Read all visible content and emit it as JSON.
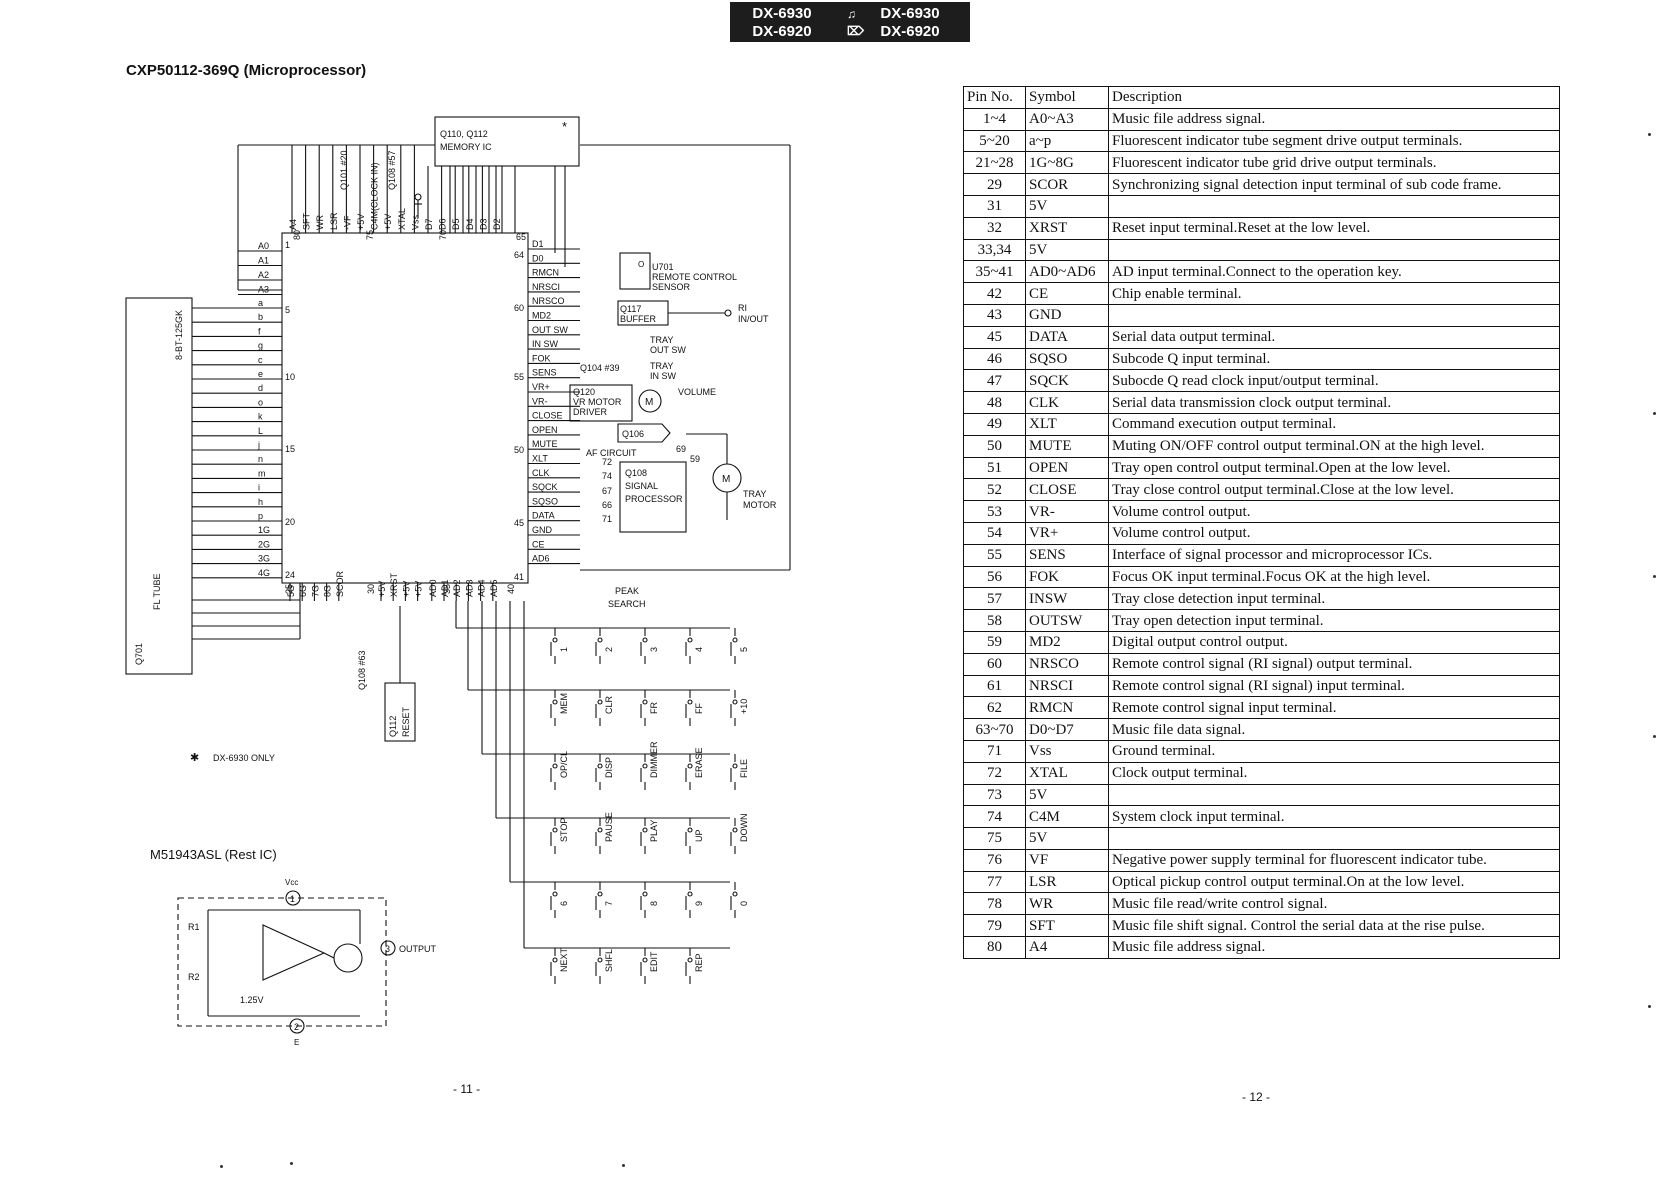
{
  "header": {
    "left_model_top": "DX-6930",
    "left_model_bottom": "DX-6920",
    "right_model_top": "DX-6930",
    "right_model_bottom": "DX-6920"
  },
  "title": "CXP50112-369Q (Microprocessor)",
  "schematic": {
    "memory_ic_label_1": "Q110, Q112",
    "memory_ic_label_2": "MEMORY IC",
    "fl_tube_label": "8-BT-125GK",
    "fl_tube_name": "FL TUBE",
    "fl_tube_ref": "Q701",
    "left_pins": [
      "A0",
      "A1",
      "A2",
      "A3",
      "a",
      "b",
      "f",
      "g",
      "c",
      "e",
      "d",
      "o",
      "k",
      "L",
      "j",
      "n",
      "m",
      "i",
      "h",
      "p",
      "1G",
      "2G",
      "3G",
      "4G"
    ],
    "left_pin_numbers": [
      "1",
      "5",
      "10",
      "15",
      "20",
      "24"
    ],
    "top_pins": [
      "A4",
      "SFT",
      "WR",
      "LSR",
      "-VF",
      "+5V",
      "C4M(CLOCK IN)",
      "+5V",
      "XTAL",
      "Vss",
      "D7",
      "D6",
      "D5",
      "D4",
      "D3",
      "D2"
    ],
    "top_notes": [
      "Q101 #20",
      "Q108 #57"
    ],
    "top_pin_numbers": [
      "80",
      "75",
      "70"
    ],
    "right_pins": [
      "D1",
      "D0",
      "RMCN",
      "NRSCI",
      "NRSCO",
      "MD2",
      "OUT SW",
      "IN SW",
      "FOK",
      "SENS",
      "VR+",
      "VR-",
      "CLOSE",
      "OPEN",
      "MUTE",
      "XLT",
      "CLK",
      "SQCK",
      "SQSO",
      "DATA",
      "GND",
      "CE",
      "AD6"
    ],
    "right_pin_numbers": [
      "65",
      "64",
      "60",
      "55",
      "50",
      "45",
      "41",
      "40"
    ],
    "bottom_pins": [
      "5G",
      "6G",
      "7G",
      "8G",
      "SCOR",
      "+5V",
      "XRST",
      "+5V",
      "+5V",
      "AD0",
      "AD1",
      "AD2",
      "AD3",
      "AD4",
      "AD5"
    ],
    "bottom_pin_numbers": [
      "25",
      "30",
      "35"
    ],
    "bottom_note": "Q108 #63",
    "reset_ic": "Q112 RESET",
    "remote_sensor": [
      "U701",
      "REMOTE CONTROL",
      "SENSOR"
    ],
    "buffer": [
      "Q117",
      "BUFFER"
    ],
    "ri_label": [
      "RI",
      "IN/OUT"
    ],
    "tray_out_sw": [
      "TRAY",
      "OUT SW"
    ],
    "tray_in_sw": [
      "TRAY",
      "IN SW"
    ],
    "q104_note": "Q104 #39",
    "vr_driver": [
      "Q120",
      "VR MOTOR",
      "DRIVER"
    ],
    "motor_symbol": "M",
    "volume_label": "VOLUME",
    "q106": "Q106",
    "af_circuit": "AF CIRCUIT",
    "signal_processor": [
      "Q108",
      "SIGNAL",
      "PROCESSOR"
    ],
    "sp_pins": [
      "69",
      "59",
      "72",
      "74",
      "67",
      "66",
      "71"
    ],
    "tray_motor": [
      "TRAY",
      "MOTOR"
    ],
    "peak_search": [
      "PEAK",
      "SEARCH"
    ],
    "key_rows": [
      [
        "1",
        "2",
        "3",
        "4",
        "5"
      ],
      [
        "MEM",
        "CLR",
        "FR",
        "FF",
        "+10"
      ],
      [
        "OP/CL",
        "DISP",
        "DIMMER",
        "ERASE",
        "FILE"
      ],
      [
        "STOP",
        "PAUSE",
        "PLAY",
        "UP",
        "DOWN"
      ],
      [
        "6",
        "7",
        "8",
        "9",
        "0"
      ],
      [
        "NEXT",
        "SHFL",
        "EDIT",
        "REP",
        ""
      ]
    ],
    "footnote": "DX-6930 ONLY",
    "rest_ic_title": "M51943ASL (Rest IC)",
    "rest_ic": {
      "vcc": "Vcc",
      "r1": "R1",
      "r2": "R2",
      "ref": "1.25V",
      "out": "OUTPUT",
      "ground": "E",
      "pin1": "1",
      "pin2": "2",
      "pin3": "3"
    }
  },
  "pin_table": {
    "headers": [
      "Pin No.",
      "Symbol",
      "Description"
    ],
    "rows": [
      [
        "1~4",
        "A0~A3",
        "Music file address signal."
      ],
      [
        "5~20",
        "a~p",
        "Fluorescent indicator tube segment drive output terminals."
      ],
      [
        "21~28",
        "1G~8G",
        "Fluorescent indicator tube grid drive output terminals."
      ],
      [
        "29",
        "SCOR",
        "Synchronizing signal detection input terminal of sub code frame."
      ],
      [
        "31",
        "5V",
        ""
      ],
      [
        "32",
        "XRST",
        "Reset input terminal.Reset at the low level."
      ],
      [
        "33,34",
        "5V",
        ""
      ],
      [
        "35~41",
        "AD0~AD6",
        "AD input terminal.Connect to the operation key."
      ],
      [
        "42",
        "CE",
        "Chip enable terminal."
      ],
      [
        "43",
        "GND",
        ""
      ],
      [
        "45",
        "DATA",
        "Serial data output terminal."
      ],
      [
        "46",
        "SQSO",
        "Subcode Q input terminal."
      ],
      [
        "47",
        "SQCK",
        "Subocde Q read clock input/output terminal."
      ],
      [
        "48",
        "CLK",
        "Serial data transmission clock output terminal."
      ],
      [
        "49",
        "XLT",
        "Command execution output terminal."
      ],
      [
        "50",
        "MUTE",
        "Muting ON/OFF control output terminal.ON at the high level."
      ],
      [
        "51",
        "OPEN",
        "Tray open control output terminal.Open at the low level."
      ],
      [
        "52",
        "CLOSE",
        "Tray  close control output terminal.Close at the low level."
      ],
      [
        "53",
        "VR-",
        "Volume control output."
      ],
      [
        "54",
        "VR+",
        "Volume control output."
      ],
      [
        "55",
        "SENS",
        "Interface of signal processor and microprocessor ICs."
      ],
      [
        "56",
        "FOK",
        "Focus OK input terminal.Focus OK at the high level."
      ],
      [
        "57",
        "INSW",
        "Tray close detection input terminal."
      ],
      [
        "58",
        "OUTSW",
        "Tray open detection input terminal."
      ],
      [
        "59",
        "MD2",
        "Digital output control output."
      ],
      [
        "60",
        "NRSCO",
        "Remote control signal  (RI signal) output terminal."
      ],
      [
        "61",
        "NRSCI",
        "Remote control signal (RI signal)  input terminal."
      ],
      [
        "62",
        "RMCN",
        "Remote control signal input terminal."
      ],
      [
        "63~70",
        "D0~D7",
        "Music file data signal."
      ],
      [
        "71",
        "Vss",
        "Ground terminal."
      ],
      [
        "72",
        "XTAL",
        "Clock output terminal."
      ],
      [
        "73",
        "5V",
        ""
      ],
      [
        "74",
        "C4M",
        "System clock input terminal."
      ],
      [
        "75",
        "5V",
        ""
      ],
      [
        "76",
        "VF",
        "Negative power supply terminal for fluorescent indicator tube."
      ],
      [
        "77",
        "LSR",
        "Optical pickup control output terminal.On at the low level."
      ],
      [
        "78",
        "WR",
        "Music file read/write control signal."
      ],
      [
        "79",
        "SFT",
        "Music file shift signal. Control the serial data at the rise pulse."
      ],
      [
        "80",
        "A4",
        "Music file address signal."
      ]
    ]
  },
  "page_numbers": {
    "left": "- 11 -",
    "right": "- 12 -"
  }
}
